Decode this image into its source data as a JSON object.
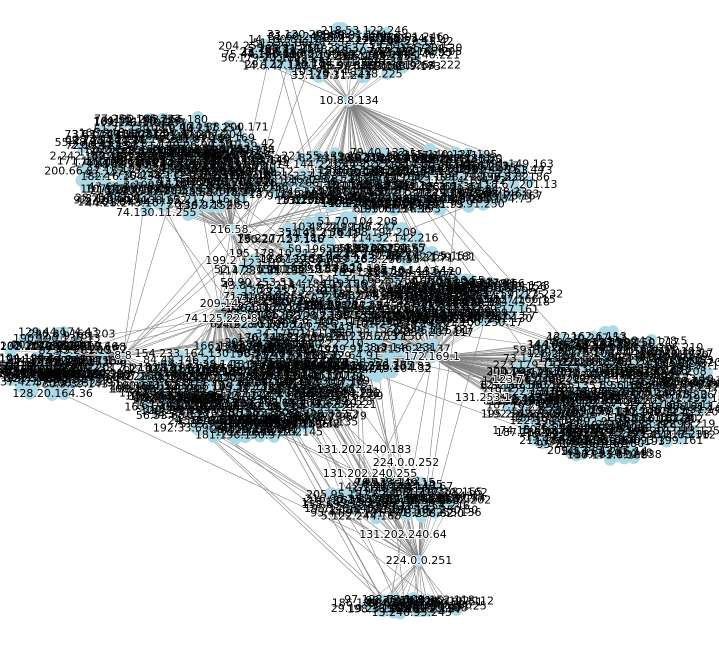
{
  "diagram": {
    "type": "network-graph",
    "colors": {
      "node": "#add8e6",
      "edge": "#808080",
      "label": "#000000"
    },
    "labeled_nodes": [
      {
        "id": "hub_top",
        "label": "10.8.8.134"
      },
      {
        "id": "n_216",
        "label": "216.58."
      },
      {
        "id": "n_209",
        "label": "209.14"
      },
      {
        "id": "n_74",
        "label": "74.125.226.8"
      },
      {
        "id": "n_199",
        "label": "199.2"
      },
      {
        "id": "n_131_183",
        "label": "131.202.240.183"
      },
      {
        "id": "n_224_252",
        "label": "224.0.0.252"
      },
      {
        "id": "n_131_255",
        "label": "131.202.240.255"
      },
      {
        "id": "n_131_253",
        "label": "131.253.1"
      },
      {
        "id": "n_224_251",
        "label": "224.0.0.251"
      },
      {
        "id": "n_131_64",
        "label": "131.202.240.64"
      },
      {
        "id": "n_172",
        "label": "172.169.1"
      },
      {
        "id": "n_123",
        "label": "123.7"
      },
      {
        "id": "n_8",
        "label": "8.8"
      }
    ],
    "clusters": [
      {
        "id": "top",
        "hub": "hub_top"
      },
      {
        "id": "upper_left"
      },
      {
        "id": "upper_center",
        "hub": "hub_top"
      },
      {
        "id": "left"
      },
      {
        "id": "center"
      },
      {
        "id": "lower_left"
      },
      {
        "id": "right"
      },
      {
        "id": "right_small"
      },
      {
        "id": "lower_center",
        "hub": "n_224_251"
      },
      {
        "id": "bottom",
        "hub": "n_224_251"
      }
    ]
  }
}
